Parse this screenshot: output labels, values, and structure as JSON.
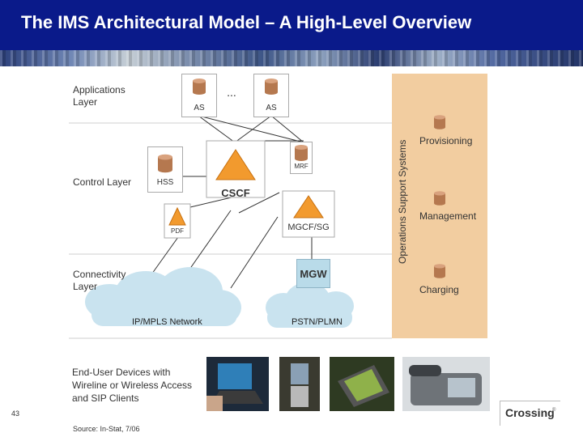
{
  "header": {
    "title": "The IMS Architectural Model – A High-Level Overview"
  },
  "layers": {
    "applications": "Applications\nLayer",
    "control": "Control Layer",
    "connectivity": "Connectivity\nLayer"
  },
  "nodes": {
    "as_left": "AS",
    "as_right": "AS",
    "ellipsis": "...",
    "mrf": "MRF",
    "hss": "HSS",
    "cscf": "CSCF",
    "pdf": "PDF",
    "mgcf": "MGCF/SG",
    "mgw": "MGW"
  },
  "clouds": {
    "ip": "IP/MPLS Network",
    "pstn": "PSTN/PLMN"
  },
  "oss": {
    "title": "Operations Support Systems",
    "items": [
      "Provisioning",
      "Management",
      "Charging"
    ]
  },
  "devices": {
    "label": "End-User Devices with\nWireline or Wireless Access\nand SIP Clients"
  },
  "footer": {
    "source": "Source:  In-Stat, 7/06",
    "page_number": "43",
    "logo": "Crossing",
    "logo_mark": "®"
  },
  "colors": {
    "header_bg": "#0a1a8a",
    "oss_bg": "#f2cda0",
    "cscf_triangle": "#f29a2e",
    "mgw_bg": "#b9dbe9",
    "cloud": "#c9e3ef",
    "database": "#b5784f"
  },
  "icons": [
    "database-icon",
    "triangle-server-icon",
    "cloud-icon"
  ]
}
